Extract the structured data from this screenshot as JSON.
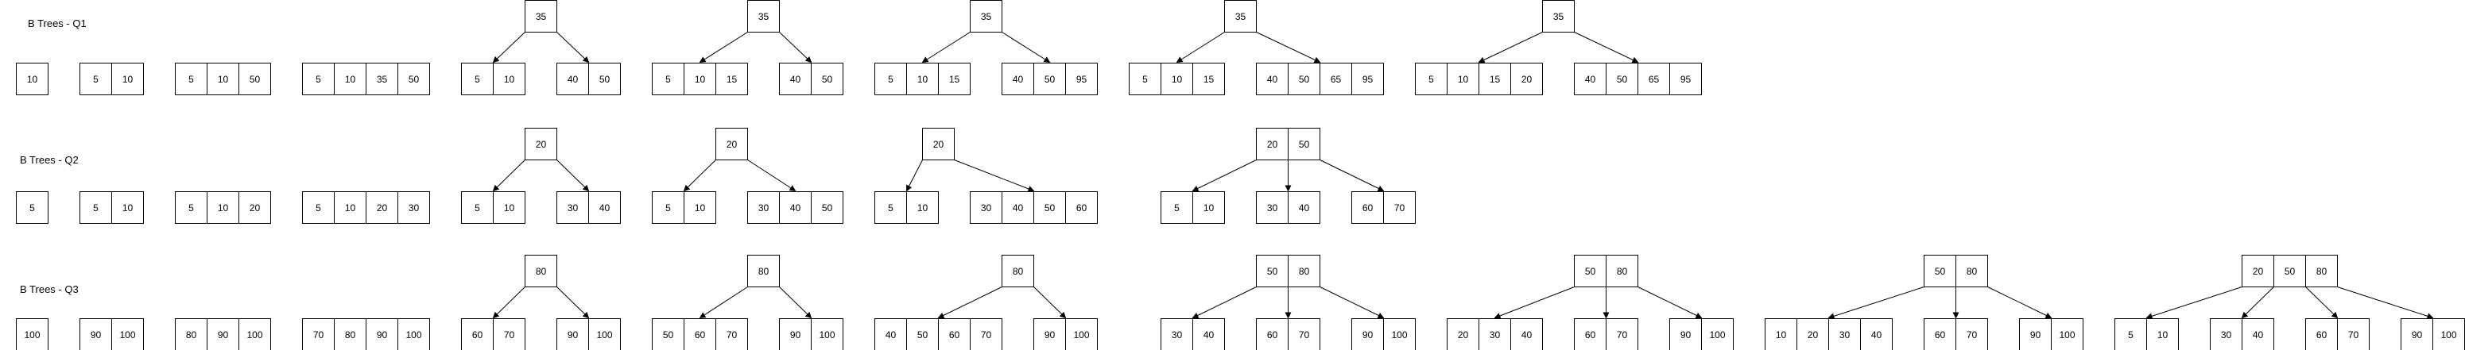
{
  "rows": [
    {
      "label": "B Trees - Q1",
      "steps": [
        {
          "leaves": [
            [
              "10"
            ]
          ]
        },
        {
          "leaves": [
            [
              "5",
              "10"
            ]
          ]
        },
        {
          "leaves": [
            [
              "5",
              "10",
              "50"
            ]
          ]
        },
        {
          "leaves": [
            [
              "5",
              "10",
              "35",
              "50"
            ]
          ]
        },
        {
          "root": [
            "35"
          ],
          "leaves": [
            [
              "5",
              "10"
            ],
            [
              "40",
              "50"
            ]
          ]
        },
        {
          "root": [
            "35"
          ],
          "leaves": [
            [
              "5",
              "10",
              "15"
            ],
            [
              "40",
              "50"
            ]
          ]
        },
        {
          "root": [
            "35"
          ],
          "leaves": [
            [
              "5",
              "10",
              "15"
            ],
            [
              "40",
              "50",
              "95"
            ]
          ]
        },
        {
          "root": [
            "35"
          ],
          "leaves": [
            [
              "5",
              "10",
              "15"
            ],
            [
              "40",
              "50",
              "65",
              "95"
            ]
          ]
        },
        {
          "root": [
            "35"
          ],
          "leaves": [
            [
              "5",
              "10",
              "15",
              "20"
            ],
            [
              "40",
              "50",
              "65",
              "95"
            ]
          ]
        }
      ]
    },
    {
      "label": "B Trees - Q2",
      "steps": [
        {
          "leaves": [
            [
              "5"
            ]
          ]
        },
        {
          "leaves": [
            [
              "5",
              "10"
            ]
          ]
        },
        {
          "leaves": [
            [
              "5",
              "10",
              "20"
            ]
          ]
        },
        {
          "leaves": [
            [
              "5",
              "10",
              "20",
              "30"
            ]
          ]
        },
        {
          "root": [
            "20"
          ],
          "leaves": [
            [
              "5",
              "10"
            ],
            [
              "30",
              "40"
            ]
          ]
        },
        {
          "root": [
            "20"
          ],
          "leaves": [
            [
              "5",
              "10"
            ],
            [
              "30",
              "40",
              "50"
            ]
          ]
        },
        {
          "root": [
            "20"
          ],
          "leaves": [
            [
              "5",
              "10"
            ],
            [
              "30",
              "40",
              "50",
              "60"
            ]
          ]
        },
        {
          "root": [
            "20",
            "50"
          ],
          "leaves": [
            [
              "5",
              "10"
            ],
            [
              "30",
              "40"
            ],
            [
              "60",
              "70"
            ]
          ]
        }
      ]
    },
    {
      "label": "B Trees - Q3",
      "steps": [
        {
          "leaves": [
            [
              "100"
            ]
          ]
        },
        {
          "leaves": [
            [
              "90",
              "100"
            ]
          ]
        },
        {
          "leaves": [
            [
              "80",
              "90",
              "100"
            ]
          ]
        },
        {
          "leaves": [
            [
              "70",
              "80",
              "90",
              "100"
            ]
          ]
        },
        {
          "root": [
            "80"
          ],
          "leaves": [
            [
              "60",
              "70"
            ],
            [
              "90",
              "100"
            ]
          ]
        },
        {
          "root": [
            "80"
          ],
          "leaves": [
            [
              "50",
              "60",
              "70"
            ],
            [
              "90",
              "100"
            ]
          ]
        },
        {
          "root": [
            "80"
          ],
          "leaves": [
            [
              "40",
              "50",
              "60",
              "70"
            ],
            [
              "90",
              "100"
            ]
          ]
        },
        {
          "root": [
            "50",
            "80"
          ],
          "leaves": [
            [
              "30",
              "40"
            ],
            [
              "60",
              "70"
            ],
            [
              "90",
              "100"
            ]
          ]
        },
        {
          "root": [
            "50",
            "80"
          ],
          "leaves": [
            [
              "20",
              "30",
              "40"
            ],
            [
              "60",
              "70"
            ],
            [
              "90",
              "100"
            ]
          ]
        },
        {
          "root": [
            "50",
            "80"
          ],
          "leaves": [
            [
              "10",
              "20",
              "30",
              "40"
            ],
            [
              "60",
              "70"
            ],
            [
              "90",
              "100"
            ]
          ]
        },
        {
          "root": [
            "20",
            "50",
            "80"
          ],
          "leaves": [
            [
              "5",
              "10"
            ],
            [
              "30",
              "40"
            ],
            [
              "60",
              "70"
            ],
            [
              "90",
              "100"
            ]
          ]
        }
      ]
    }
  ],
  "colors": {
    "stroke": "#000000",
    "fill": "#ffffff",
    "text": "#000000"
  }
}
